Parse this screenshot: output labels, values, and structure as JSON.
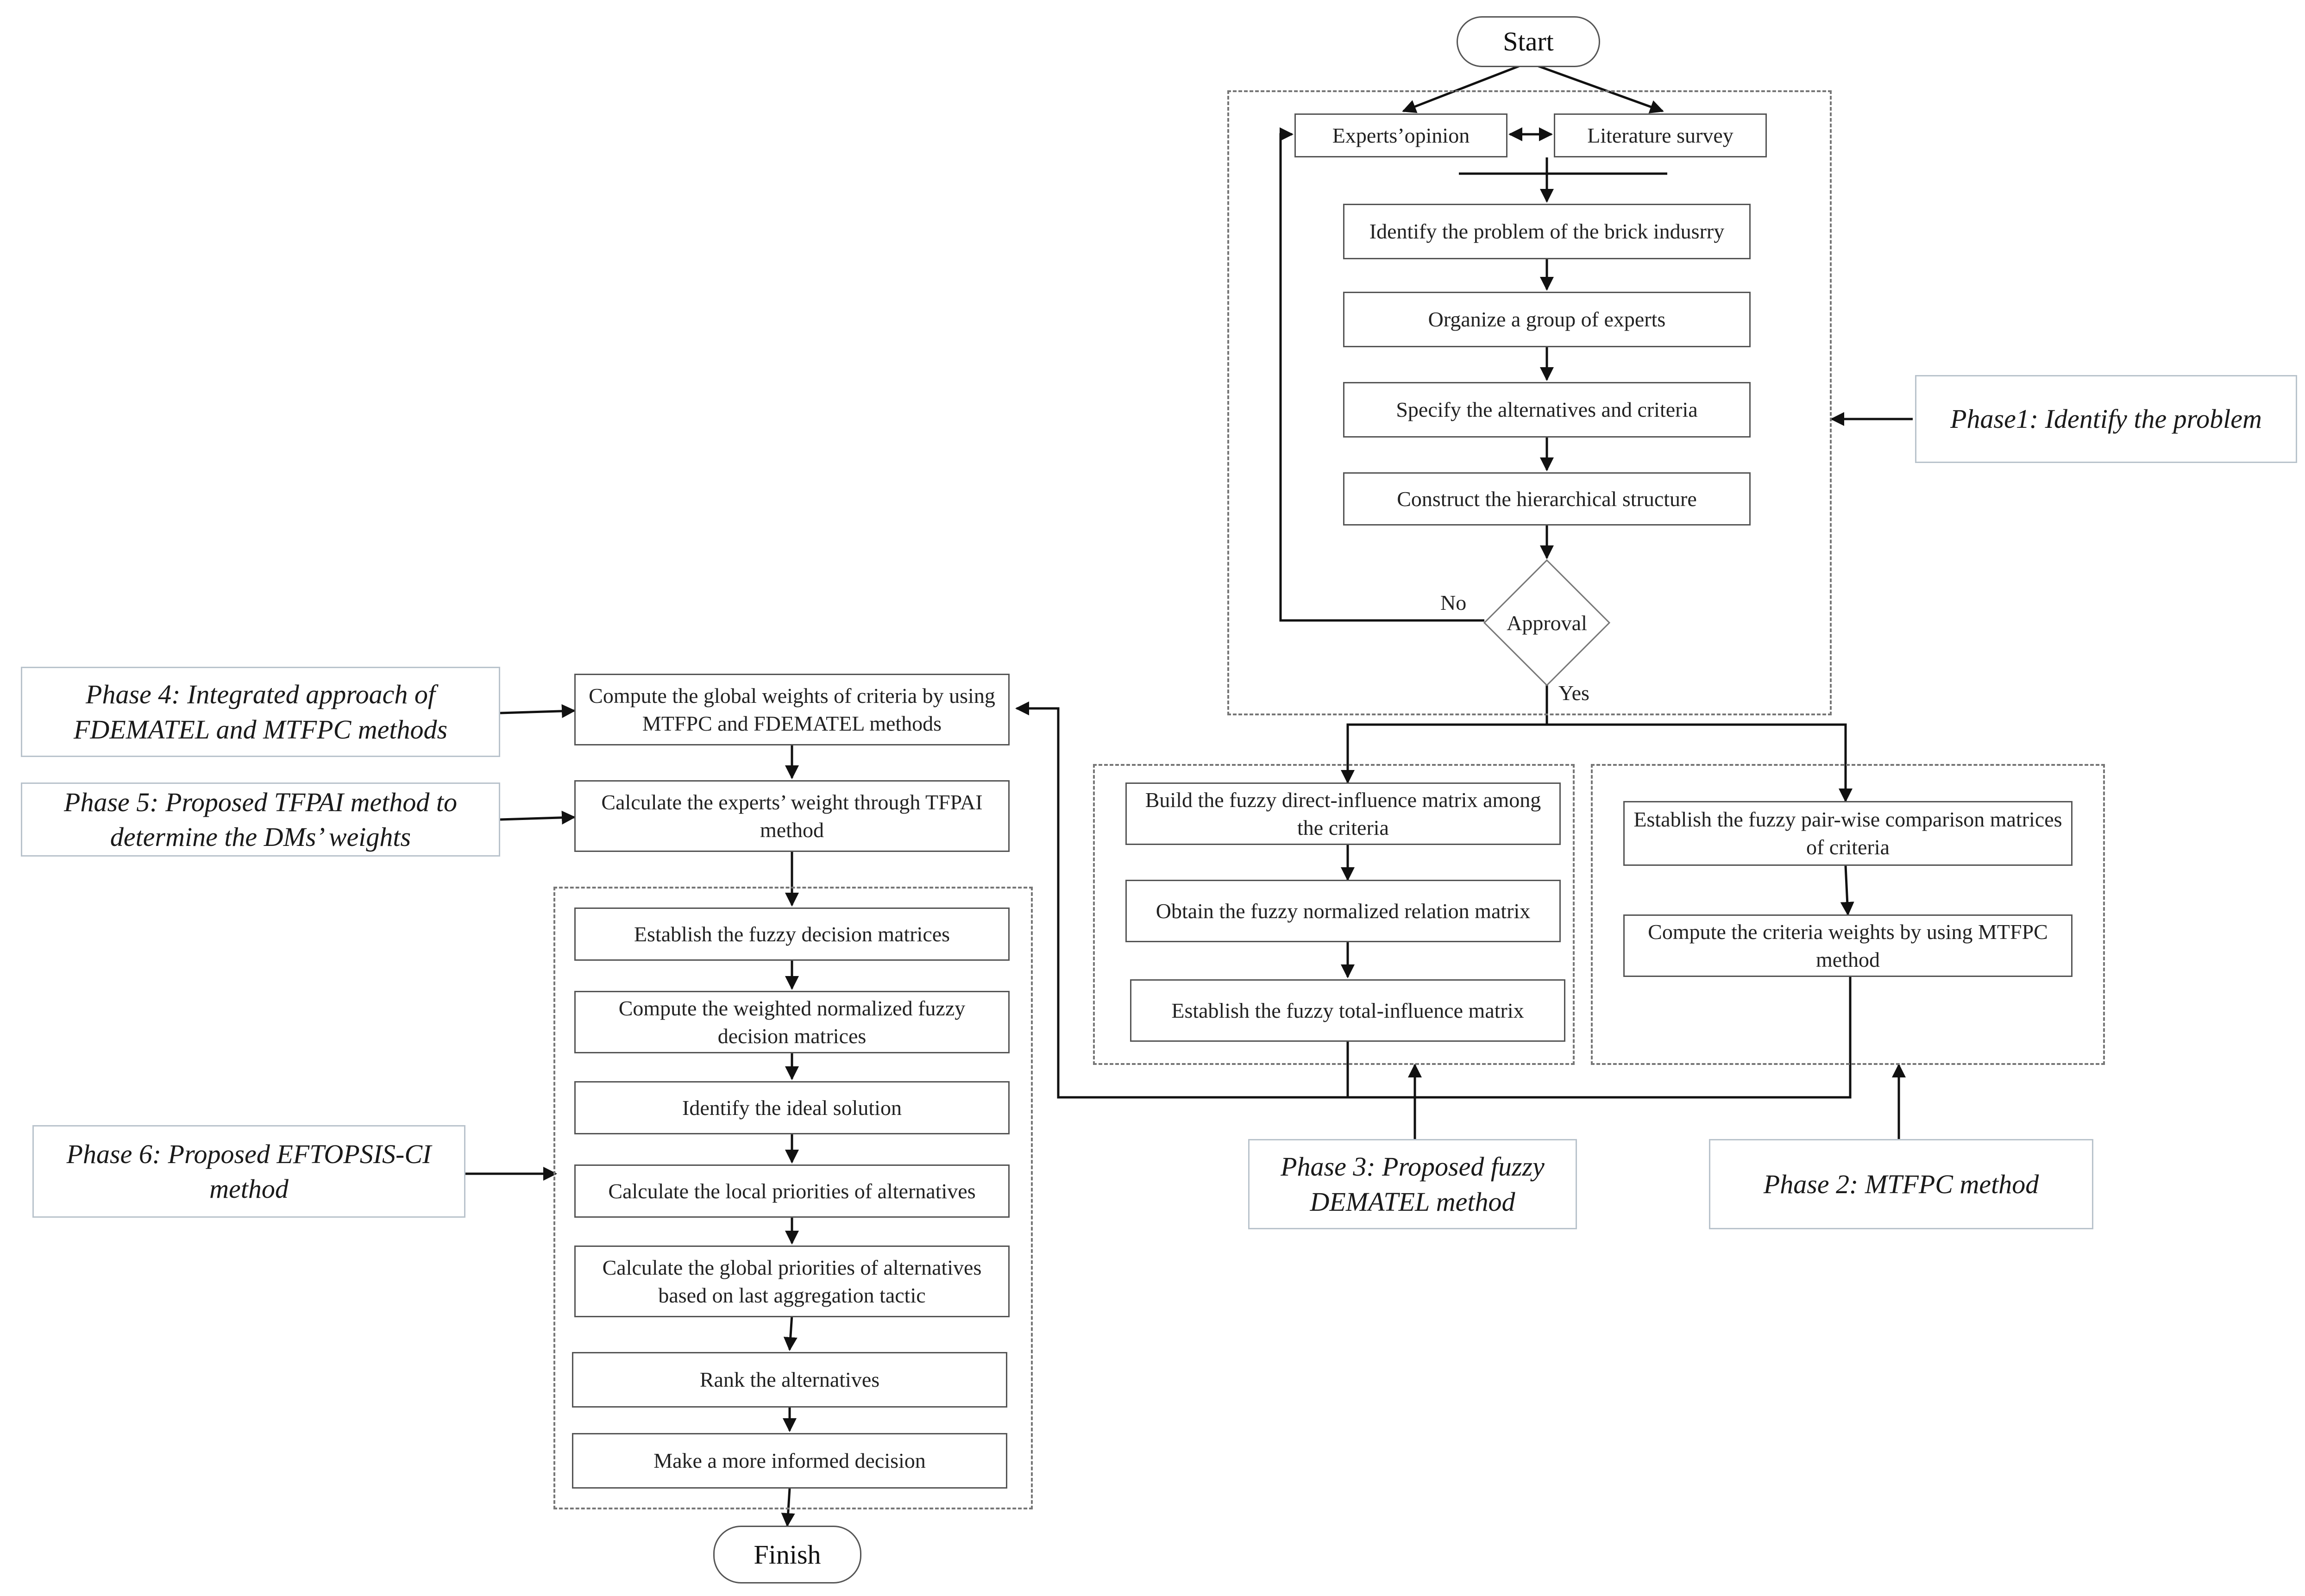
{
  "start": "Start",
  "finish": "Finish",
  "phase1": {
    "label": "Phase1: Identify the problem",
    "experts_opinion": "Experts’opinion",
    "literature_survey": "Literature survey",
    "identify_problem": "Identify the problem of the brick indusrry",
    "organize_experts": "Organize a group of experts",
    "specify_alternatives": "Specify the alternatives and criteria",
    "construct_structure": "Construct the hierarchical structure",
    "approval": "Approval",
    "no": "No",
    "yes": "Yes"
  },
  "phase2": {
    "label": "Phase 2: MTFPC method",
    "step1": "Establish the fuzzy pair-wise comparison matrices of criteria",
    "step2": "Compute the criteria weights by using MTFPC method"
  },
  "phase3": {
    "label": "Phase 3: Proposed fuzzy DEMATEL method",
    "step1": "Build the fuzzy direct-influence matrix among the criteria",
    "step2": "Obtain the fuzzy normalized relation matrix",
    "step3": "Establish the fuzzy total-influence matrix"
  },
  "phase4": {
    "label": "Phase 4: Integrated approach of FDEMATEL and MTFPC methods",
    "step1": "Compute the global weights of criteria by using MTFPC and FDEMATEL methods"
  },
  "phase5": {
    "label": "Phase 5: Proposed TFPAI method to determine the DMs’ weights",
    "step1": "Calculate the experts’ weight through TFPAI method"
  },
  "phase6": {
    "label": "Phase 6: Proposed EFTOPSIS-CI method",
    "steps": [
      "Establish the fuzzy decision matrices",
      "Compute the weighted normalized fuzzy decision matrices",
      "Identify the ideal solution",
      "Calculate the local priorities of alternatives",
      "Calculate the global priorities of alternatives based on last aggregation tactic",
      "Rank the alternatives",
      "Make a more informed decision"
    ]
  },
  "colors": {
    "box_border": "#555555",
    "phase_border": "#b9c3cc",
    "line": "#111111"
  }
}
